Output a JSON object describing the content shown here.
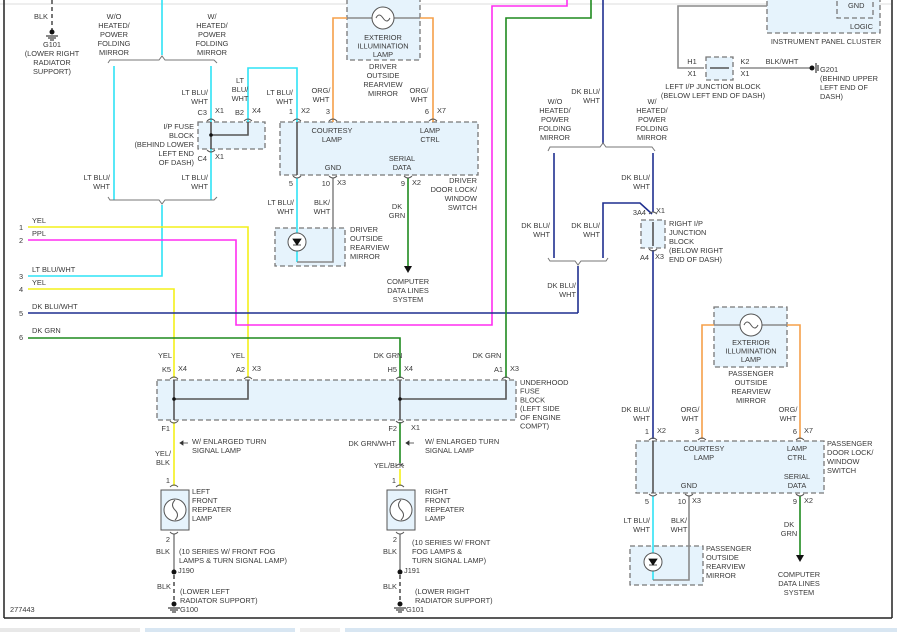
{
  "colors": {
    "lt_blu_wht": "#2fe3f5",
    "yel": "#f4f01a",
    "ppl": "#ff2ef0",
    "dk_blu_wht": "#1f2f8f",
    "dk_grn": "#1f8a1f",
    "org_wht": "#f5a04a",
    "blk": "#8a8a8a",
    "component_fill": "#e6f3fc"
  },
  "figure_id": "277443",
  "top_left": {
    "blk": "BLK",
    "g101": [
      "G101",
      "(LOWER RIGHT",
      "RADIATOR",
      "SUPPORT)"
    ],
    "wo_heated": [
      "W/O",
      "HEATED/",
      "POWER",
      "FOLDING",
      "MIRROR"
    ],
    "w_heated": [
      "W/",
      "HEATED/",
      "POWER",
      "FOLDING",
      "MIRROR"
    ],
    "wire_c3": [
      "LT BLU/",
      "WHT"
    ],
    "wire_b2": [
      "LT",
      "BLU/",
      "WHT"
    ],
    "wire_left_low": [
      "LT BLU/",
      "WHT"
    ],
    "wire_right_low": [
      "LT BLU/",
      "WHT"
    ],
    "ip_fuse_block": [
      "I/P FUSE",
      "BLOCK",
      "(BEHIND LOWER",
      "LEFT END",
      "OF DASH)"
    ],
    "pins": {
      "c3": "C3",
      "c3_conn": "X1",
      "b2": "B2",
      "b2_conn": "X4",
      "c4": "C4",
      "c4_conn": "X1"
    }
  },
  "driver": {
    "ext_lamp": [
      "EXTERIOR",
      "ILLUMINATION",
      "LAMP"
    ],
    "mirror_top": [
      "DRIVER",
      "OUTSIDE",
      "REARVIEW",
      "MIRROR"
    ],
    "wire_pin1": [
      "LT BLU/",
      "WHT"
    ],
    "wire_pin3": [
      "ORG/",
      "WHT"
    ],
    "wire_pin6": [
      "ORG/",
      "WHT"
    ],
    "courtesy_lamp": [
      "COURTESY",
      "LAMP"
    ],
    "lamp_ctrl": [
      "LAMP",
      "CTRL"
    ],
    "serial_data": [
      "SERIAL",
      "DATA"
    ],
    "gnd": "GND",
    "switch_name": [
      "DRIVER",
      "DOOR LOCK/",
      "WINDOW",
      "SWITCH"
    ],
    "pins": {
      "p1": "1",
      "p1_conn": "X2",
      "p3": "3",
      "p6": "6",
      "p6_conn": "X7",
      "p5": "5",
      "p10": "10",
      "p10_conn": "X3",
      "p9": "9",
      "p9_conn": "X2"
    },
    "wire_pin5": [
      "LT BLU/",
      "WHT"
    ],
    "wire_pin10": [
      "BLK/",
      "WHT"
    ],
    "wire_pin9": [
      "DK",
      "GRN"
    ],
    "mirror_bottom": [
      "DRIVER",
      "OUTSIDE",
      "REARVIEW",
      "MIRROR"
    ],
    "data_lines": [
      "COMPUTER",
      "DATA LINES",
      "SYSTEM"
    ]
  },
  "center_right": {
    "wire_top": [
      "DK BLU/",
      "WHT"
    ],
    "wo_heated": [
      "W/O",
      "HEATED/",
      "POWER",
      "FOLDING",
      "MIRROR"
    ],
    "w_heated": [
      "W/",
      "HEATED/",
      "POWER",
      "FOLDING",
      "MIRROR"
    ],
    "wire_w": [
      "DK BLU/",
      "WHT"
    ],
    "wire_wo": [
      "DK BLU/",
      "WHT"
    ],
    "wire_mid": [
      "DK BLU/",
      "WHT"
    ],
    "wire_bottom": [
      "DK BLU/",
      "WHT"
    ],
    "right_junction": [
      "RIGHT I/P",
      "JUNCTION",
      "BLOCK",
      "(BELOW RIGHT",
      "END OF DASH)"
    ],
    "pins": {
      "a3a4": "3A4",
      "a3a4_conn": "X1",
      "a4": "A4",
      "a4_conn": "X3",
      "h1": "H1",
      "h1_conn": "X1",
      "k2": "K2",
      "k2_conn": "X1"
    },
    "ipc_gnd": "GND",
    "ipc_logic": "LOGIC",
    "ipc_name": "INSTRUMENT PANEL CLUSTER",
    "blk_wht": "BLK/WHT",
    "g201": [
      "G201",
      "(BEHIND UPPER",
      "LEFT END OF",
      "DASH)"
    ],
    "left_junction": [
      "LEFT I/P JUNCTION BLOCK",
      "(BELOW LEFT END OF DASH)"
    ]
  },
  "passenger": {
    "ext_lamp": [
      "EXTERIOR",
      "ILLUMINATION",
      "LAMP"
    ],
    "mirror_top": [
      "PASSENGER",
      "OUTSIDE",
      "REARVIEW",
      "MIRROR"
    ],
    "wire_pin1": [
      "DK BLU/",
      "WHT"
    ],
    "wire_pin3": [
      "ORG/",
      "WHT"
    ],
    "wire_pin6": [
      "ORG/",
      "WHT"
    ],
    "courtesy_lamp": [
      "COURTESY",
      "LAMP"
    ],
    "lamp_ctrl": [
      "LAMP",
      "CTRL"
    ],
    "serial_data": [
      "SERIAL",
      "DATA"
    ],
    "gnd": "GND",
    "switch_name": [
      "PASSENGER",
      "DOOR LOCK/",
      "WINDOW",
      "SWITCH"
    ],
    "pins": {
      "p1": "1",
      "p1_conn": "X2",
      "p3": "3",
      "p6": "6",
      "p6_conn": "X7",
      "p5": "5",
      "p10": "10",
      "p10_conn": "X3",
      "p9": "9",
      "p9_conn": "X2"
    },
    "wire_pin5": [
      "LT BLU/",
      "WHT"
    ],
    "wire_pin10": [
      "BLK/",
      "WHT"
    ],
    "wire_pin9": [
      "DK",
      "GRN"
    ],
    "mirror_bottom": [
      "PASSENGER",
      "OUTSIDE",
      "REARVIEW",
      "MIRROR"
    ],
    "data_lines": [
      "COMPUTER",
      "DATA LINES",
      "SYSTEM"
    ]
  },
  "harness": [
    {
      "num": "1",
      "label": "YEL"
    },
    {
      "num": "2",
      "label": "PPL"
    },
    {
      "num": "3",
      "label": "LT BLU/WHT"
    },
    {
      "num": "4",
      "label": "YEL"
    },
    {
      "num": "5",
      "label": "DK BLU/WHT"
    },
    {
      "num": "6",
      "label": "DK GRN"
    }
  ],
  "underhood": {
    "name": [
      "UNDERHOOD",
      "FUSE",
      "BLOCK",
      "(LEFT SIDE",
      "OF ENGINE",
      "COMPT)"
    ],
    "k5_wire": "YEL",
    "k5": "K5",
    "k5_conn": "X4",
    "a2_wire": "YEL",
    "a2": "A2",
    "a2_conn": "X3",
    "h5_wire": "DK GRN",
    "h5": "H5",
    "h5_conn": "X4",
    "a1_wire": "DK GRN",
    "a1": "A1",
    "a1_conn": "X3",
    "f1": "F1",
    "f2": "F2",
    "f2_conn": "X1"
  },
  "left_lamp": {
    "note": [
      "W/ ENLARGED TURN",
      "SIGNAL LAMP"
    ],
    "wire_in": [
      "YEL/",
      "BLK"
    ],
    "pin1": "1",
    "pin2": "2",
    "name": [
      "LEFT",
      "FRONT",
      "REPEATER",
      "LAMP"
    ],
    "blk1": "BLK",
    "series": [
      "(10 SERIES W/ FRONT FOG",
      "LAMPS & TURN SIGNAL LAMP)"
    ],
    "splice": "J190",
    "blk2": "BLK",
    "ground_loc": [
      "(LOWER LEFT",
      "RADIATOR SUPPORT)"
    ],
    "ground": "G100"
  },
  "right_lamp": {
    "note": [
      "W/ ENLARGED TURN",
      "SIGNAL LAMP"
    ],
    "wire_f2": "DK GRN/WHT",
    "wire_in": "YEL/BLK",
    "pin1": "1",
    "pin2": "2",
    "name": [
      "RIGHT",
      "FRONT",
      "REPEATER",
      "LAMP"
    ],
    "blk1": "BLK",
    "series": [
      "(10 SERIES W/ FRONT",
      "FOG LAMPS &",
      "TURN SIGNAL LAMP)"
    ],
    "splice": "J191",
    "blk2": "BLK",
    "ground_loc": [
      "(LOWER RIGHT",
      "RADIATOR SUPPORT)"
    ],
    "ground": "G101"
  }
}
